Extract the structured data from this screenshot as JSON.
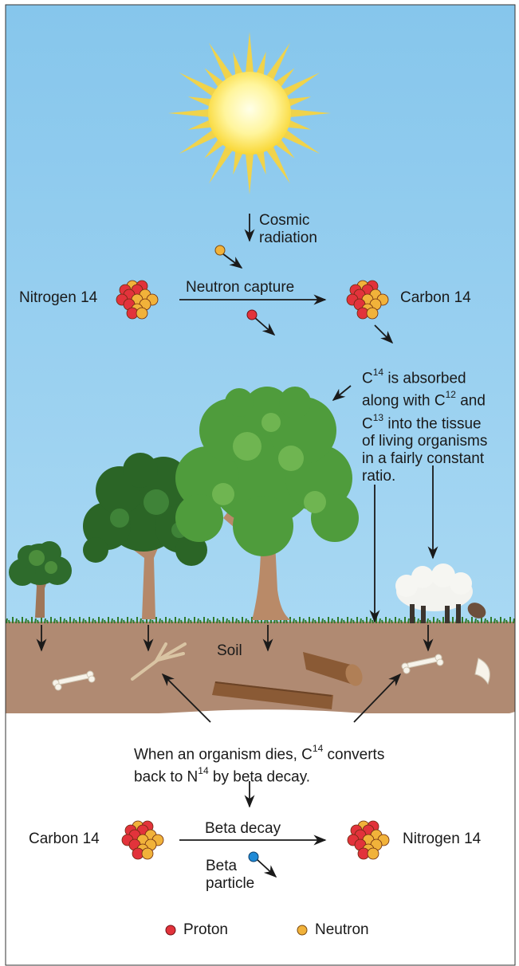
{
  "labels": {
    "cosmic_1": "Cosmic",
    "cosmic_2": "radiation",
    "nitrogen_top": "Nitrogen 14",
    "neutron_capture": "Neutron capture",
    "carbon_top": "Carbon 14",
    "absorbed": {
      "l1_a": "C",
      "l1_sup": "14",
      "l1_b": " is absorbed",
      "l2_a": "along with C",
      "l2_sup": "12",
      "l2_b": " and",
      "l3_a": "C",
      "l3_sup": "13",
      "l3_b": " into the tissue",
      "l4": "of living organisms",
      "l5": "in a fairly constant",
      "l6": "ratio."
    },
    "soil": "Soil",
    "dies": {
      "l1_a": "When an organism dies, C",
      "l1_sup": "14",
      "l1_b": " converts",
      "l2_a": "back to N",
      "l2_sup": "14",
      "l2_b": " by beta decay."
    },
    "carbon_bottom": "Carbon 14",
    "beta_decay": "Beta decay",
    "nitrogen_bottom": "Nitrogen 14",
    "beta_1": "Beta",
    "beta_2": "particle",
    "legend_proton": "Proton",
    "legend_neutron": "Neutron"
  },
  "colors": {
    "sky": "#8fcbee",
    "soil": "#b08a72",
    "proton": "#e2333b",
    "neutron": "#f1b23a",
    "beta_particle": "#1f8ad6",
    "sun": "#fde64a",
    "leaves": "#4e9a3a",
    "trunk": "#b78967"
  }
}
